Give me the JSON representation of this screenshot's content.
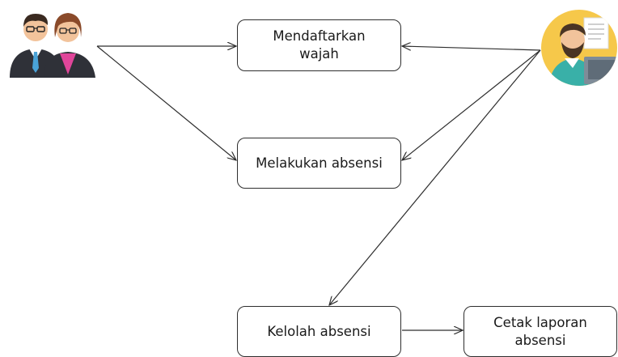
{
  "diagram": {
    "actors": [
      {
        "id": "users",
        "icon": "user-group-icon"
      },
      {
        "id": "admin",
        "icon": "admin-icon"
      }
    ],
    "nodes": [
      {
        "id": "n1",
        "label": "Mendaftarkan\nwajah"
      },
      {
        "id": "n2",
        "label": "Melakukan absensi"
      },
      {
        "id": "n3",
        "label": "Kelolah absensi"
      },
      {
        "id": "n4",
        "label": "Cetak laporan\nabsensi"
      }
    ],
    "edges": [
      {
        "from": "users",
        "to": "n1"
      },
      {
        "from": "users",
        "to": "n2"
      },
      {
        "from": "admin",
        "to": "n1"
      },
      {
        "from": "admin",
        "to": "n2"
      },
      {
        "from": "admin",
        "to": "n3"
      },
      {
        "from": "n3",
        "to": "n4"
      }
    ]
  },
  "colors": {
    "line": "#2e2e2e",
    "suit": "#2f3138",
    "skin": "#f2c39b",
    "hair_man": "#3a2a20",
    "hair_woman": "#8a4a2a",
    "tie": "#4aa3d8",
    "blouse": "#e0469a",
    "admin_bg": "#f6c84a",
    "admin_shirt": "#39b0a8",
    "admin_beard": "#4a3424",
    "monitor": "#7f8c98"
  }
}
